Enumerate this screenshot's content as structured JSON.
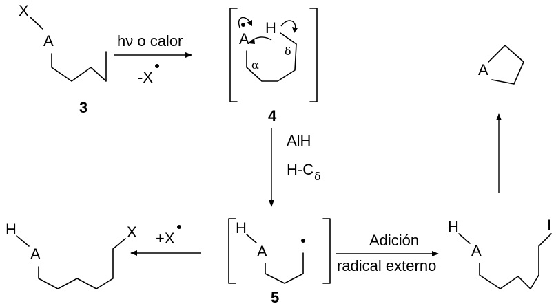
{
  "compounds": {
    "c3": {
      "substituent": "X",
      "atom": "A",
      "number": "3"
    },
    "c4": {
      "atom": "A",
      "hydrogen": "H",
      "alpha": "α",
      "delta": "δ",
      "number": "4"
    },
    "c5": {
      "hydrogen": "H",
      "atom": "A",
      "number": "5"
    },
    "product_x": {
      "hydrogen": "H",
      "atom": "A",
      "substituent": "X"
    },
    "product_i": {
      "hydrogen": "H",
      "atom": "A",
      "substituent": "I"
    },
    "ring": {
      "atom": "A"
    }
  },
  "arrows": {
    "step1": {
      "above": "hν o calor",
      "below_prefix": "-X"
    },
    "step2": {
      "line1": "AlH",
      "line2_prefix": "H-C",
      "line2_sub": "δ"
    },
    "step3": {
      "above_prefix": "+X"
    },
    "step4": {
      "above": "Adición",
      "below": "radical externo"
    }
  }
}
